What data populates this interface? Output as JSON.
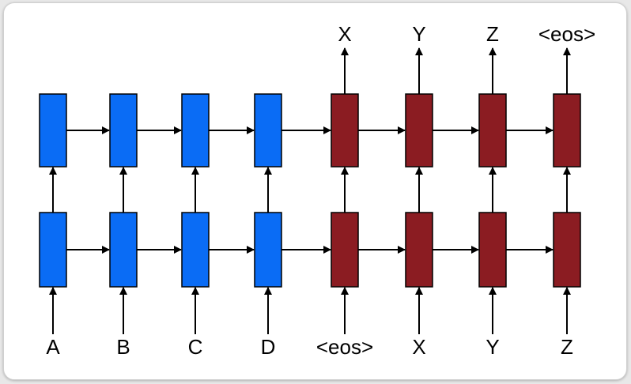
{
  "diagram": {
    "colors": {
      "encoder": "#0a6cf5",
      "decoder": "#8b1c22",
      "stroke": "#000000",
      "background": "#ffffff"
    },
    "encoder_count": 4,
    "decoder_count": 4,
    "layers": 2,
    "inputs": [
      "A",
      "B",
      "C",
      "D",
      "<eos>",
      "X",
      "Y",
      "Z"
    ],
    "outputs": [
      "X",
      "Y",
      "Z",
      "<eos>"
    ]
  }
}
